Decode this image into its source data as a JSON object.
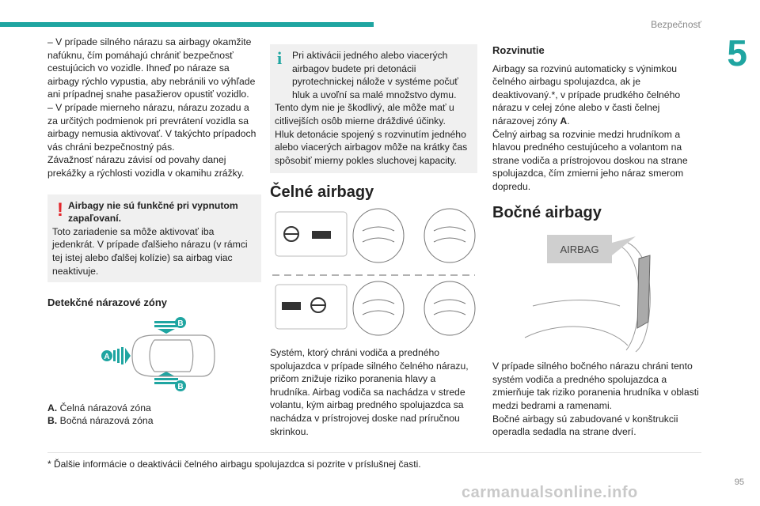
{
  "header": {
    "section": "Bezpečnosť",
    "chapter": "5"
  },
  "col1": {
    "paras": [
      "– V prípade silného nárazu sa airbagy okamžite nafúknu, čím pomáhajú chrániť bezpečnosť cestujúcich vo vozidle. Ihneď po náraze sa airbagy rýchlo vypustia, aby nebránili vo výhľade ani prípadnej snahe pasažierov opustiť vozidlo.",
      "– V prípade mierneho nárazu, nárazu zozadu a za určitých podmienok pri prevrátení vozidla sa airbagy nemusia aktivovať. V takýchto prípadoch vás chráni bezpečnostný pás.",
      "Závažnosť nárazu závisí od povahy danej prekážky a rýchlosti vozidla v okamihu zrážky."
    ],
    "warning_head": "Airbagy nie sú funkčné pri vypnutom zapaľovaní.",
    "warning_text": "Toto zariadenie sa môže aktivovať iba jedenkrát. V prípade ďalšieho nárazu (v rámci tej istej alebo ďalšej kolízie) sa airbag viac neaktivuje.",
    "zones_heading": "Detekčné nárazové zóny",
    "zone_a_label": "A",
    "zone_b_label": "B",
    "legend_a_key": "A.",
    "legend_a": "Čelná nárazová zóna",
    "legend_b_key": "B.",
    "legend_b": "Bočná nárazová zóna"
  },
  "col2": {
    "info_first": "Pri aktivácii jedného alebo viacerých airbagov budete pri detonácii pyrotechnickej nálože v systéme počuť hluk a uvoľní sa malé množstvo dymu.",
    "info_rest": [
      "Tento dym nie je škodlivý, ale môže mať u citlivejších osôb mierne dráždivé účinky.",
      "Hluk detonácie spojený s rozvinutím jedného alebo viacerých airbagov môže na krátky čas spôsobiť mierny pokles sluchovej kapacity."
    ],
    "heading": "Čelné airbagy",
    "text": "Systém, ktorý chráni vodiča a predného spolujazdca v prípade silného čelného nárazu, pričom znižuje riziko poranenia hlavy a hrudníka. Airbag vodiča sa nachádza v strede volantu, kým airbag predného spolujazdca sa nachádza v prístrojovej doske nad príručnou skrinkou."
  },
  "col3": {
    "heading1": "Rozvinutie",
    "p1": "Airbagy sa rozvinú automaticky s výnimkou čelného airbagu spolujazdca, ak je deaktivovaný.*, v prípade prudkého čelného nárazu v celej zóne alebo v časti čelnej nárazovej zóny ",
    "p1_bold": "A",
    "p1_end": ".",
    "p2": "Čelný airbag sa rozvinie medzi hrudníkom a hlavou predného cestujúceho a volantom na strane vodiča a prístrojovou doskou na strane spolujazdca, čím zmierni jeho náraz smerom dopredu.",
    "heading2": "Bočné airbagy",
    "airbag_label": "AIRBAG",
    "p3": "V prípade silného bočného nárazu chráni tento systém vodiča a predného spolujazdca a zmierňuje tak riziko poranenia hrudníka v oblasti medzi bedrami a ramenami.",
    "p4": "Bočné airbagy sú zabudované v konštrukcii operadla sedadla na strane dverí."
  },
  "footnote": "* Ďalšie informácie o deaktivácii čelného airbagu spolujazdca si pozrite v príslušnej časti.",
  "page_number": "95",
  "watermark": "carmanualsonline.info",
  "colors": {
    "accent": "#1fa5a1",
    "warning": "#e3262b",
    "box_bg": "#f0f0f0"
  }
}
